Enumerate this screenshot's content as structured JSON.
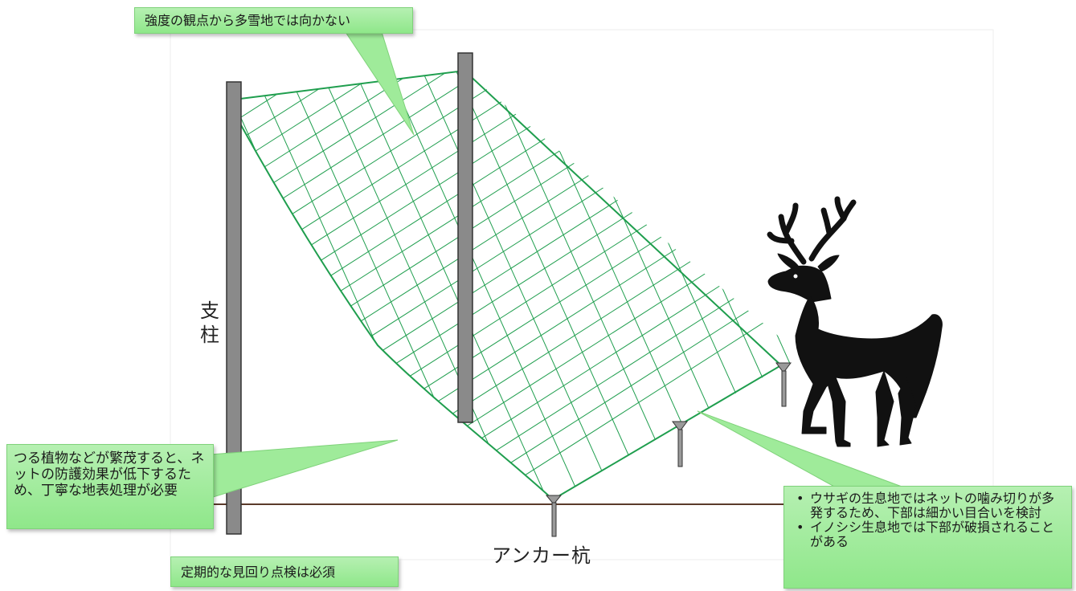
{
  "labels": {
    "post": "支柱",
    "anchor": "アンカー杭"
  },
  "callouts": {
    "snow": "強度の観点から多雪地では向かない",
    "vines": "つる植物などが繁茂すると、ネットの防護効果が低下するため、丁寧な地表処理が必要",
    "inspection": "定期的な見回り点検は必須",
    "animals": [
      "ウサギの生息地ではネットの噛み切りが多発するため、下部は細かい目合いを検討",
      "イノシシ生息地では下部が破損されることがある"
    ]
  },
  "icons": {
    "deer": "deer-silhouette-icon"
  },
  "colors": {
    "net": "#1f9e4e",
    "post": "#8a8a8a",
    "ground": "#5a3a2a",
    "callout": "#9feb9a",
    "deer": "#111111"
  }
}
